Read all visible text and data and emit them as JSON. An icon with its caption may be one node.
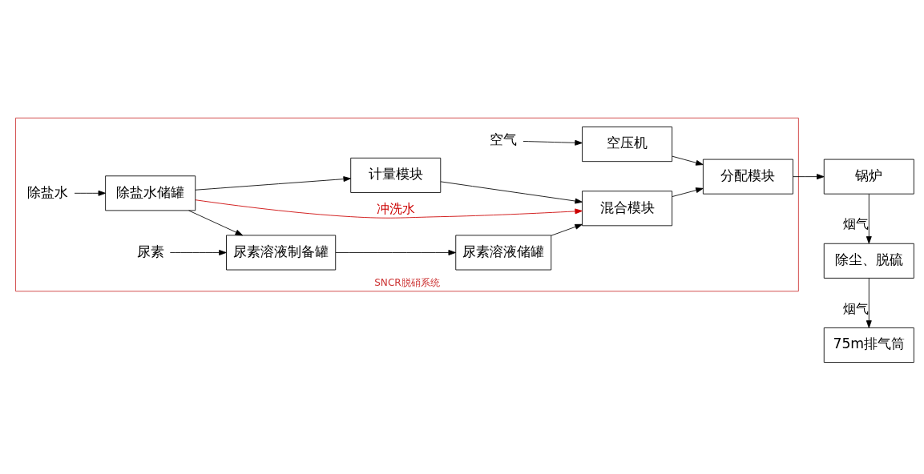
{
  "diagram": {
    "nodes": [
      {
        "text": [
          "SNCR脱硝系统"
        ]
      },
      {
        "text": [
          "空气"
        ],
        "in": 0
      },
      {
        "text": [
          "空压机"
        ],
        "in": 0
      },
      {
        "text": [
          "分配模块"
        ],
        "in": 0
      },
      {
        "text": [
          "计量模块"
        ],
        "in": 0
      },
      {
        "text": [
          "混合模块"
        ],
        "in": 0
      },
      {
        "text": [
          "除盐水"
        ],
        "in": 0
      },
      {
        "text": [
          "除盐水储罐"
        ],
        "in": 0
      },
      {
        "text": [
          "尿素"
        ],
        "in": 0
      },
      {
        "text": [
          "尿素溶液制备罐"
        ],
        "in": 0
      },
      {
        "text": [
          "尿素溶液储罐"
        ],
        "in": 0
      },
      {
        "text": [
          "锅炉"
        ]
      },
      {
        "text": [
          "除尘、脱硫"
        ]
      },
      {
        "text": [
          "75m排气筒"
        ]
      }
    ],
    "edges": [
      {
        "from": 1,
        "to": 2,
        "arrow": "to"
      },
      {
        "from": 2,
        "to": 3,
        "arrow": "to"
      },
      {
        "from": 3,
        "to": 11,
        "arrow": "to"
      },
      {
        "from": 4,
        "to": 5,
        "arrow": "to"
      },
      {
        "from": 5,
        "to": 3,
        "arrow": "to"
      },
      {
        "from": 7,
        "to": 4,
        "arrow": "to"
      },
      {
        "from": 6,
        "to": 7,
        "arrow": "to"
      },
      {
        "from": 7,
        "to": 5,
        "arrow": "to",
        "label": "冲洗水",
        "color": "#cc0000"
      },
      {
        "from": 7,
        "to": 9,
        "arrow": "to"
      },
      {
        "from": 8,
        "to": 9,
        "arrow": "to"
      },
      {
        "from": 9,
        "to": 10,
        "arrow": "to"
      },
      {
        "from": 10,
        "to": 5,
        "arrow": "to"
      },
      {
        "from": 11,
        "to": 12,
        "arrow": "to",
        "label": "烟气"
      },
      {
        "from": 12,
        "to": 13,
        "arrow": "to",
        "label": "烟气"
      }
    ]
  }
}
